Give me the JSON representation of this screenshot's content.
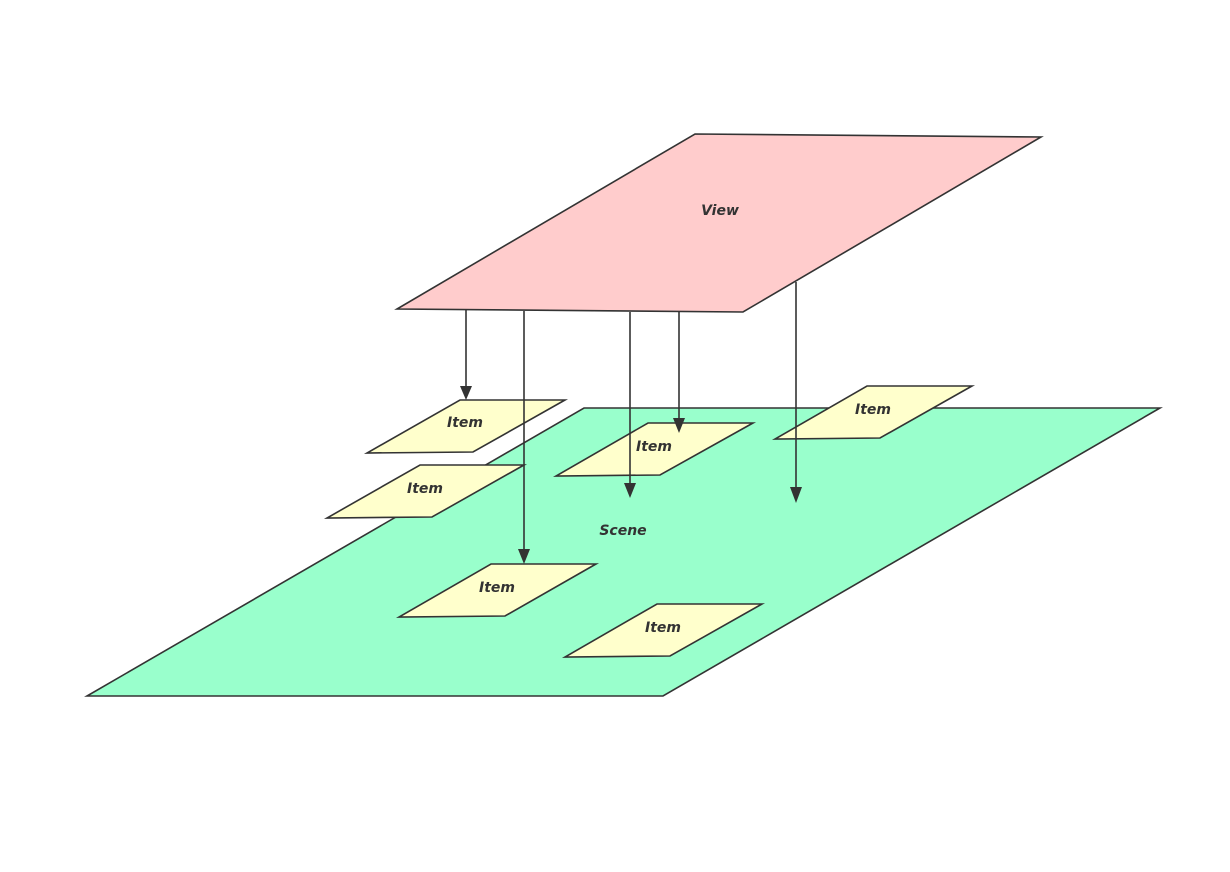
{
  "diagram": {
    "view": {
      "label": "View",
      "fill": "#ffcccc"
    },
    "scene": {
      "label": "Scene",
      "fill": "#99ffcc"
    },
    "items": [
      {
        "label": "Item"
      },
      {
        "label": "Item"
      },
      {
        "label": "Item"
      },
      {
        "label": "Item"
      },
      {
        "label": "Item"
      },
      {
        "label": "Item"
      }
    ],
    "colors": {
      "item_fill": "#ffffcc",
      "stroke": "#333333"
    }
  }
}
